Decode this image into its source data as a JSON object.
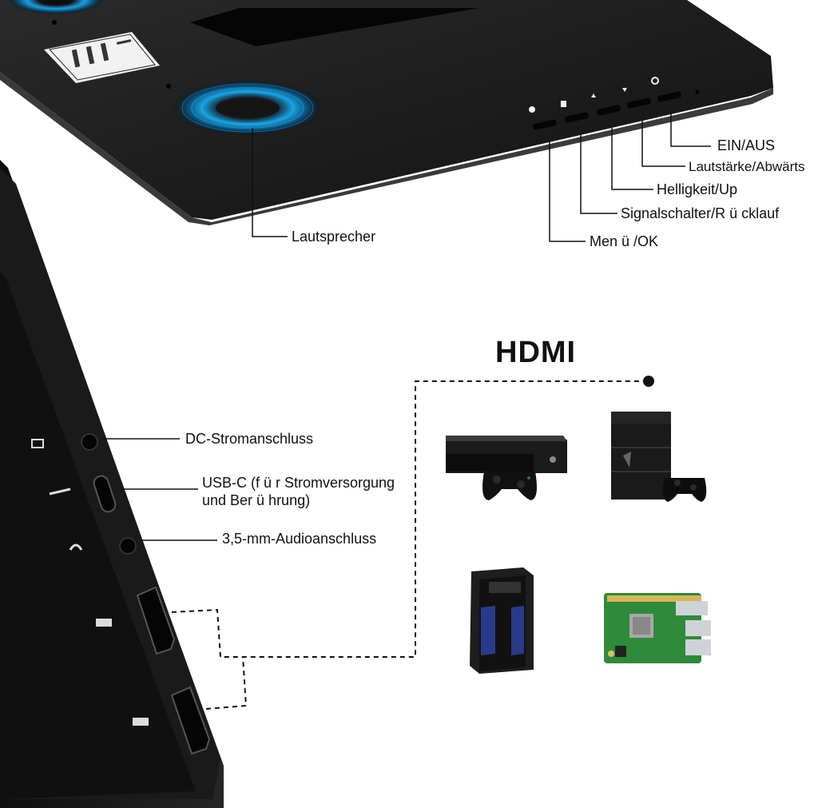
{
  "top_callouts": {
    "power": "EIN/AUS",
    "volume": "Lautstärke/Abwärts",
    "brightness": "Helligkeit/Up",
    "signal": "Signalschalter/R ü cklauf",
    "menu": "Men ü /OK",
    "speaker": "Lautsprecher"
  },
  "side_callouts": {
    "dc": "DC-Stromanschluss",
    "usbc_line1": "USB-C (f ü r Stromversorgung",
    "usbc_line2": "und Ber ü hrung)",
    "audio": "3,5-mm-Audioanschluss"
  },
  "hdmi_title": "HDMI",
  "devices": [
    "xbox-console-icon",
    "playstation-console-icon",
    "desktop-pc-icon",
    "raspberry-pi-icon"
  ],
  "colors": {
    "device_body": "#161616",
    "speaker_glow": "#1aa0e0",
    "label_text": "#111111"
  }
}
